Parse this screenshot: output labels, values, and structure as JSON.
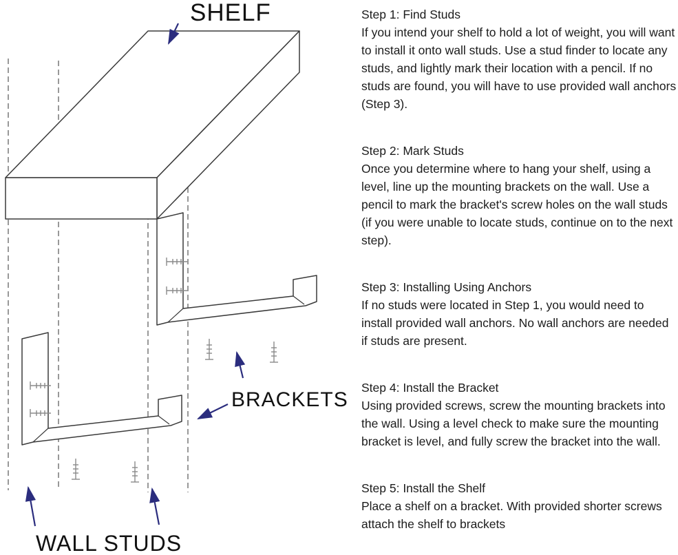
{
  "diagram": {
    "shelf_label": "SHELF",
    "brackets_label": "BRACKETS",
    "wall_studs_label": "WALL STUDS"
  },
  "steps": [
    {
      "heading": "Step 1: Find Studs",
      "body": "If you intend your shelf to hold a lot of weight, you will want to install it onto wall studs. Use a stud finder to locate any studs, and lightly mark their location with a pencil. If no studs are found, you will have to use provided wall anchors (Step 3)."
    },
    {
      "heading": "Step 2: Mark Studs",
      "body": "Once you determine where to hang your shelf, using a level, line up the mounting brackets on the wall. Use a pencil to mark the bracket's screw holes on the wall studs (if you were unable to locate studs, continue on to the next step)."
    },
    {
      "heading": "Step 3: Installing Using Anchors",
      "body": "If no studs were located in Step 1, you would need to install provided wall anchors. No wall anchors are needed if studs are present."
    },
    {
      "heading": "Step 4: Install the Bracket",
      "body": "Using provided screws, screw the mounting brackets into the wall. Using a level check to make sure the mounting bracket is level, and fully screw the bracket into the wall."
    },
    {
      "heading": "Step 5: Install the Shelf",
      "body": "Place a shelf on a bracket. With provided shorter screws attach the shelf to brackets"
    }
  ],
  "colors": {
    "arrow": "#2b2d7e",
    "line": "#3a3a3a",
    "screw": "#8a8a8a",
    "text": "#1c1c1c"
  }
}
